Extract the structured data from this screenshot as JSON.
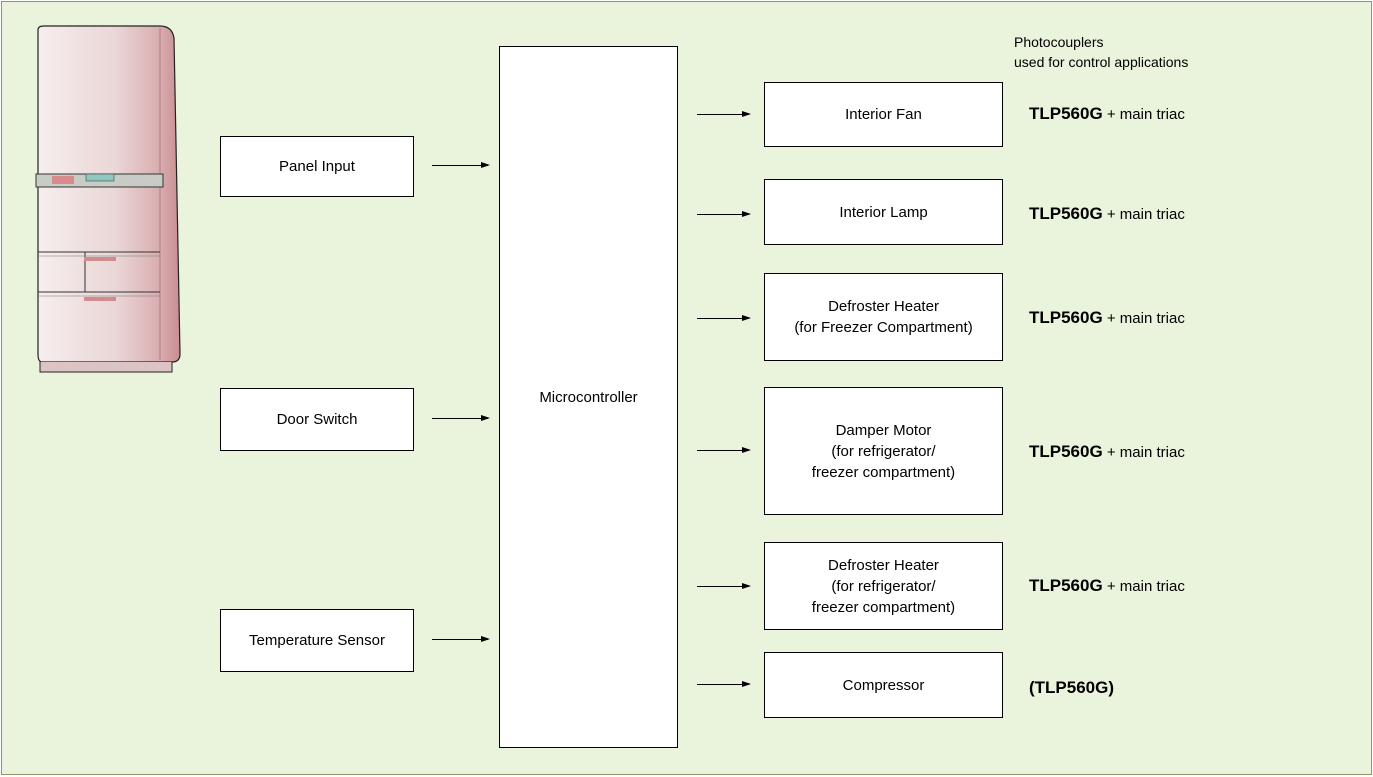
{
  "header": {
    "line1": "Photocouplers",
    "line2": "used for control applications"
  },
  "inputs": {
    "panel_input": "Panel Input",
    "door_switch": "Door Switch",
    "temperature_sensor": "Temperature Sensor"
  },
  "controller": {
    "label": "Microcontroller"
  },
  "outputs": {
    "interior_fan": "Interior Fan",
    "interior_lamp": "Interior Lamp",
    "defroster_freezer": "Defroster Heater\n(for Freezer Compartment)",
    "damper_motor": "Damper Motor\n(for refrigerator/\nfreezer compartment)",
    "defroster_refrigerator": "Defroster Heater\n(for refrigerator/\nfreezer compartment)",
    "compressor": "Compressor"
  },
  "photocouplers": [
    {
      "part": "TLP560G",
      "suffix": " + main triac"
    },
    {
      "part": "TLP560G",
      "suffix": " + main triac"
    },
    {
      "part": "TLP560G",
      "suffix": " + main triac"
    },
    {
      "part": "TLP560G",
      "suffix": " + main triac"
    },
    {
      "part": "TLP560G",
      "suffix": " + main triac"
    },
    {
      "part": "(TLP560G)",
      "suffix": ""
    }
  ],
  "colors": {
    "background": "#eaf3dc",
    "fridge_body": "#ecdcdc",
    "fridge_side": "#d4a6a9"
  },
  "icons": {
    "appliance": "refrigerator-icon"
  }
}
